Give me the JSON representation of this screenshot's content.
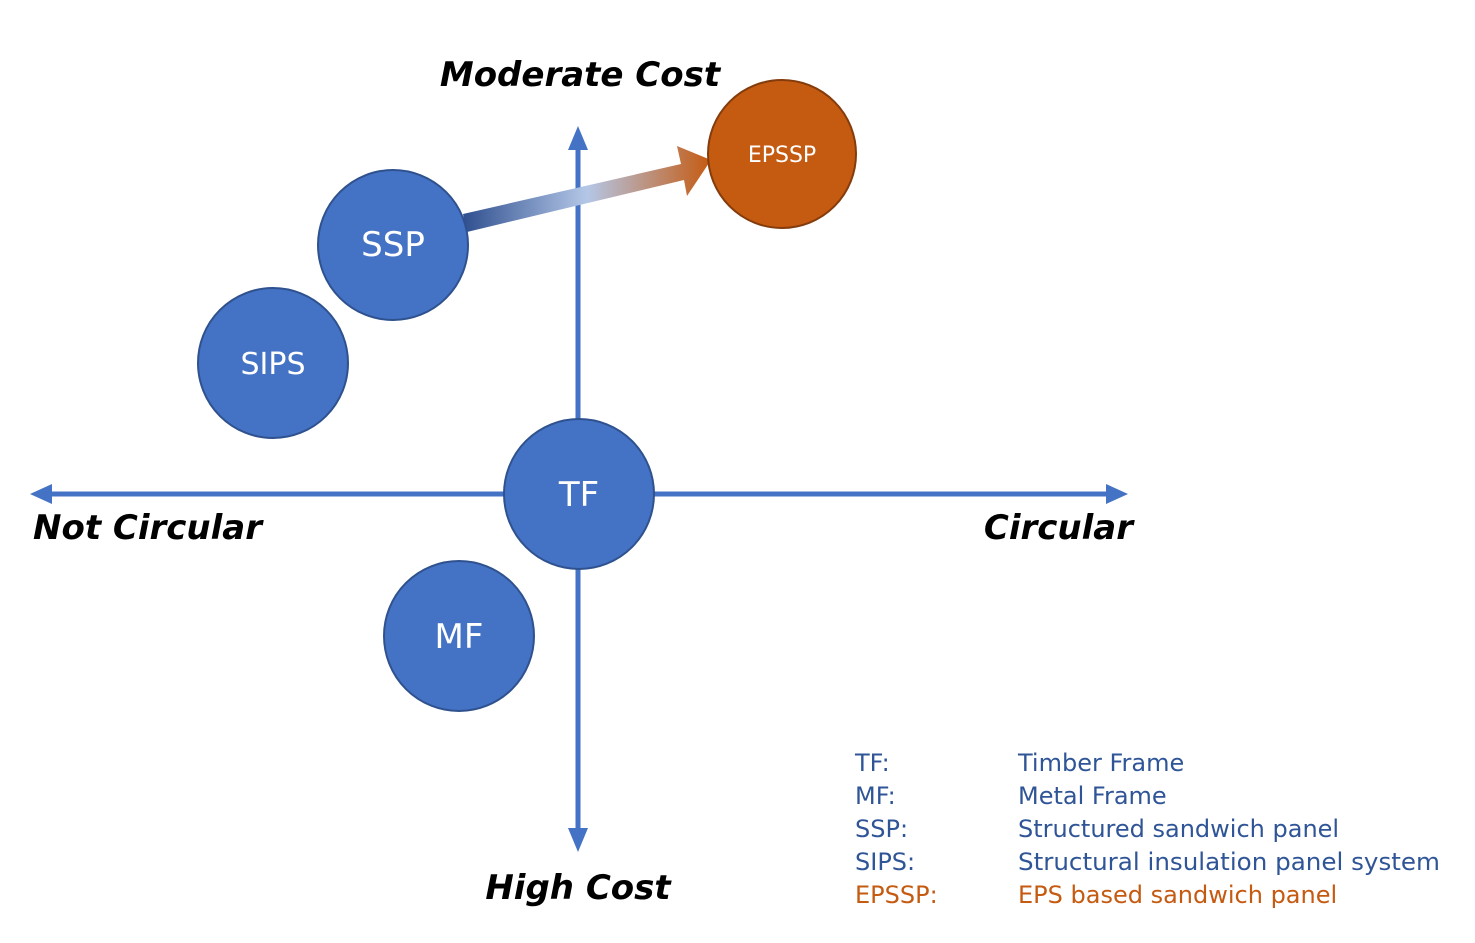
{
  "axes": {
    "top_label": "Moderate Cost",
    "bottom_label": "High Cost",
    "left_label": "Not Circular",
    "right_label": "Circular",
    "color": "#4472c4"
  },
  "nodes": {
    "tf": {
      "label": "TF",
      "color": "#4472c4"
    },
    "mf": {
      "label": "MF",
      "color": "#4472c4"
    },
    "ssp": {
      "label": "SSP",
      "color": "#4472c4"
    },
    "sips": {
      "label": "SIPS",
      "color": "#4472c4"
    },
    "epssp": {
      "label": "EPSSP",
      "color": "#c55a11"
    }
  },
  "transition_arrow": {
    "from": "SSP",
    "to": "EPSSP",
    "gradient_colors": [
      "#2f4f8f",
      "#b4c7e7",
      "#c55a11"
    ]
  },
  "legend": {
    "items": [
      {
        "abbr": "TF:",
        "desc": "Timber Frame",
        "color": "#2f5597"
      },
      {
        "abbr": "MF:",
        "desc": "Metal Frame",
        "color": "#2f5597"
      },
      {
        "abbr": "SSP:",
        "desc": "Structured sandwich panel",
        "color": "#2f5597"
      },
      {
        "abbr": "SIPS:",
        "desc": "Structural insulation panel system",
        "color": "#2f5597"
      },
      {
        "abbr": "EPSSP:",
        "desc": "EPS based sandwich panel",
        "color": "#c55a11"
      }
    ]
  }
}
